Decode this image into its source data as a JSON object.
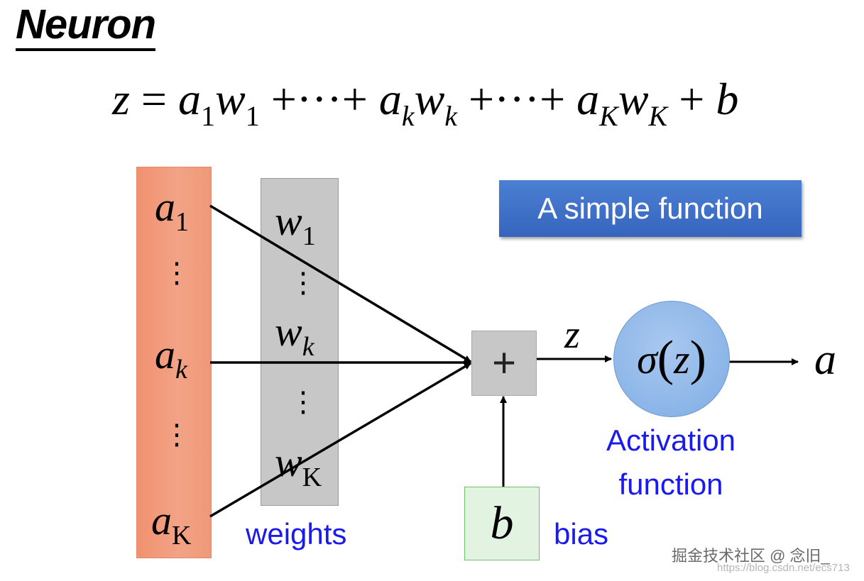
{
  "title": "Neuron",
  "formula": {
    "z": "z",
    "eq": "=",
    "a": "a",
    "w": "w",
    "sub_1": "1",
    "sub_k": "k",
    "sub_K": "K",
    "plus": "+",
    "dots": "···",
    "b": "b"
  },
  "inputs": {
    "symbol": "a",
    "first_sub": "1",
    "mid_sub": "k",
    "last_sub": "K",
    "vdots": "⋮"
  },
  "weights": {
    "symbol": "w",
    "first_sub": "1",
    "mid_sub": "k",
    "last_sub": "K",
    "vdots": "⋮",
    "label": "weights"
  },
  "sum_node": {
    "symbol": "+"
  },
  "z_label": "z",
  "bias": {
    "symbol": "b",
    "label": "bias"
  },
  "activation": {
    "sigma": "σ",
    "open": "(",
    "arg": "z",
    "close": ")",
    "label_line1": "Activation",
    "label_line2": "function"
  },
  "output": "a",
  "callout": "A simple function",
  "watermark": "掘金技术社区 @ 念旧_",
  "watermark_url": "https://blog.csdn.net/ecs713",
  "colors": {
    "input_box": "#f3a386",
    "weights_box": "#a5a5a5",
    "sum_box": "#c7c7c7",
    "bias_box": "#e3f3e1",
    "activation_circle": "#8bb5e8",
    "callout_bg": "#3b6cc4",
    "label_blue": "#1a1aee"
  }
}
